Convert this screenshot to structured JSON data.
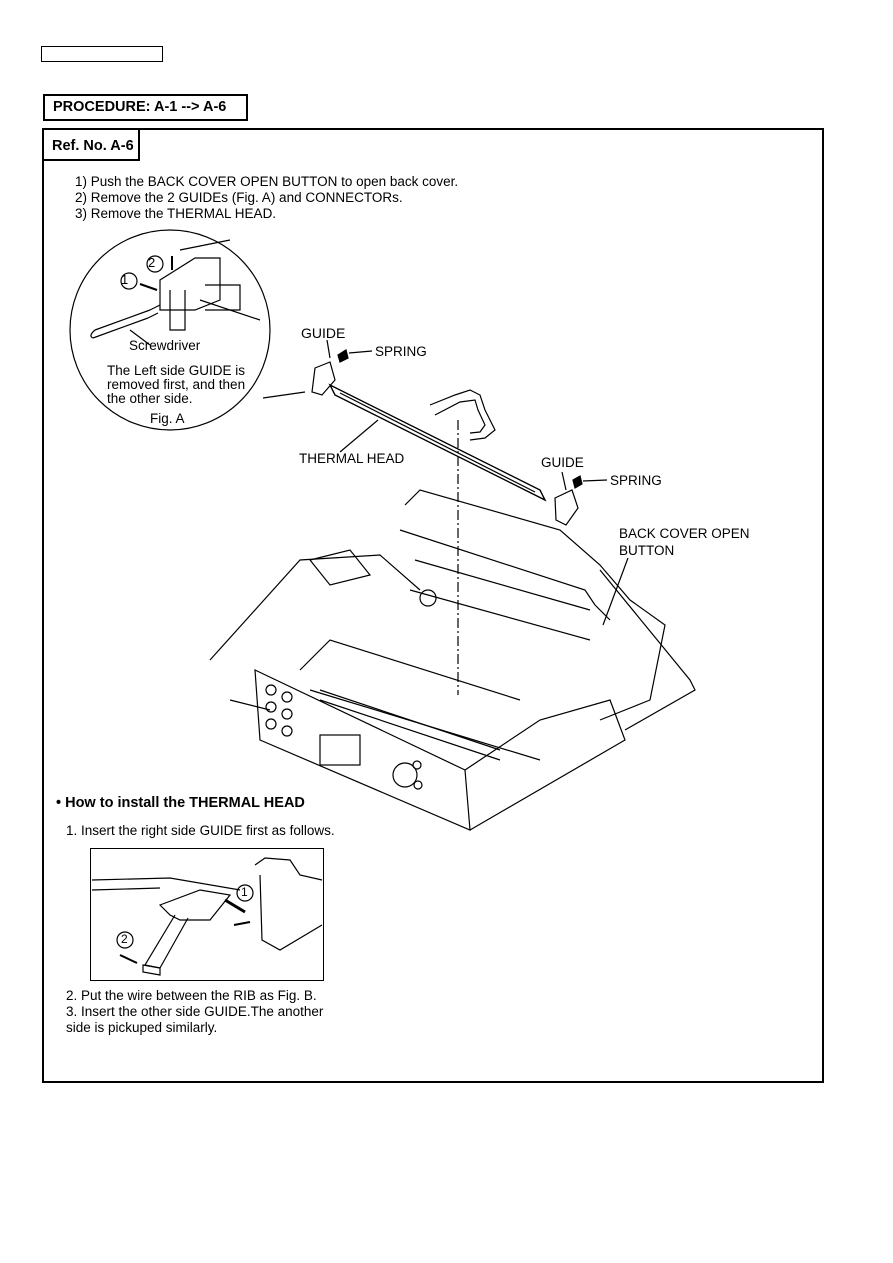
{
  "procedure": "PROCEDURE:  A-1 --> A-6",
  "ref_no": "Ref. No.  A-6",
  "steps": [
    "1)  Push the BACK COVER OPEN BUTTON to open back cover.",
    "2)  Remove the 2 GUIDEs (Fig. A) and CONNECTORs.",
    "3)  Remove the THERMAL HEAD."
  ],
  "fig_a": {
    "num1": "1",
    "num2": "2",
    "screwdriver": "Screwdriver",
    "note_line1": "The Left side GUIDE is",
    "note_line2": "removed first, and then",
    "note_line3": "the other side.",
    "caption": "Fig. A"
  },
  "labels": {
    "guide_left": "GUIDE",
    "spring_left": "SPRING",
    "thermal_head": "THERMAL HEAD",
    "guide_right": "GUIDE",
    "spring_right": "SPRING",
    "back_cover_1": "BACK COVER OPEN",
    "back_cover_2": "BUTTON"
  },
  "install": {
    "title": "• How to install the THERMAL HEAD",
    "step1": "1. Insert the right side GUIDE first as follows.",
    "step2": "2. Put the wire between the RIB as Fig. B.",
    "step3a": "3. Insert the other side GUIDE.The another",
    "step3b": "side is pickuped similarly.",
    "num1": "1",
    "num2": "2"
  }
}
